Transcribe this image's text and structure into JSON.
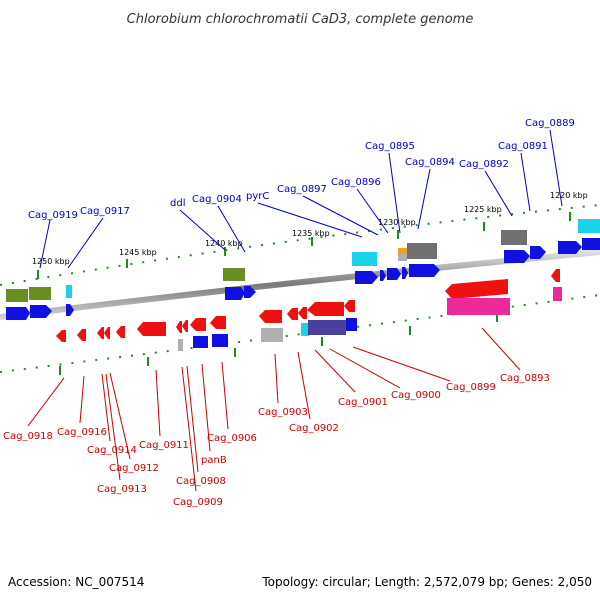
{
  "title": "Chlorobium chlorochromatii CaD3, complete genome",
  "footer": {
    "accession": "Accession: NC_007514",
    "topology": "Topology: circular; Length: 2,572,079 bp; Genes: 2,050"
  },
  "scale_labels": [
    "1250 kbp",
    "1245 kbp",
    "1240 kbp",
    "1235 kbp",
    "1230 kbp",
    "1225 kbp",
    "1220 kbp"
  ],
  "forward_gene_labels": [
    "Cag_0919",
    "Cag_0917",
    "ddl",
    "Cag_0904",
    "pyrC",
    "Cag_0897",
    "Cag_0896",
    "Cag_0895",
    "Cag_0894",
    "Cag_0892",
    "Cag_0891",
    "Cag_0889"
  ],
  "reverse_gene_labels": [
    "Cag_0918",
    "Cag_0916",
    "Cag_0914",
    "Cag_0912",
    "Cag_0913",
    "Cag_0911",
    "Cag_0909",
    "Cag_0908",
    "panB",
    "Cag_0906",
    "Cag_0903",
    "Cag_0902",
    "Cag_0901",
    "Cag_0900",
    "Cag_0899",
    "Cag_0893"
  ],
  "colors": {
    "forward_label": "#0000cc",
    "reverse_label": "#cc0000",
    "backbone": "#888888",
    "tick": "#228b22",
    "gene_blue": "#1010e0",
    "gene_red": "#ee1111",
    "gene_olive": "#6b8e23",
    "gene_cyan": "#19d3e6",
    "gene_gray": "#707070",
    "gene_pink": "#ee2a9a",
    "gene_purple": "#4a3f9a",
    "gene_orange": "#f0a020"
  }
}
